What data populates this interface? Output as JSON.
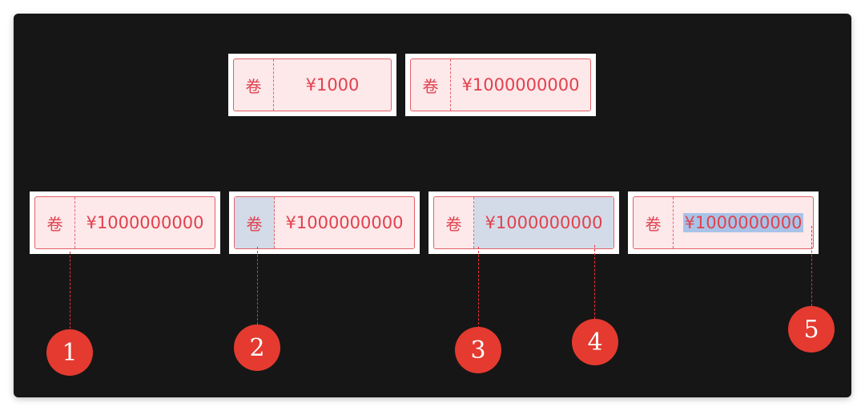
{
  "coupon_label": "卷",
  "coupons": [
    {
      "amount": "¥1000"
    },
    {
      "amount": "¥1000000000"
    },
    {
      "amount": "¥1000000000"
    },
    {
      "amount": "¥1000000000"
    },
    {
      "amount": "¥1000000000"
    },
    {
      "amount": "¥1000000000"
    }
  ],
  "markers": [
    "1",
    "2",
    "3",
    "4",
    "5"
  ],
  "colors": {
    "background": "#161616",
    "coupon_border": "#e5616a",
    "coupon_fill": "#fde8ea",
    "coupon_text": "#e0424d",
    "highlight_box": "#d3dbe8",
    "highlight_text": "#a9c3e8",
    "marker": "#e43a30"
  }
}
